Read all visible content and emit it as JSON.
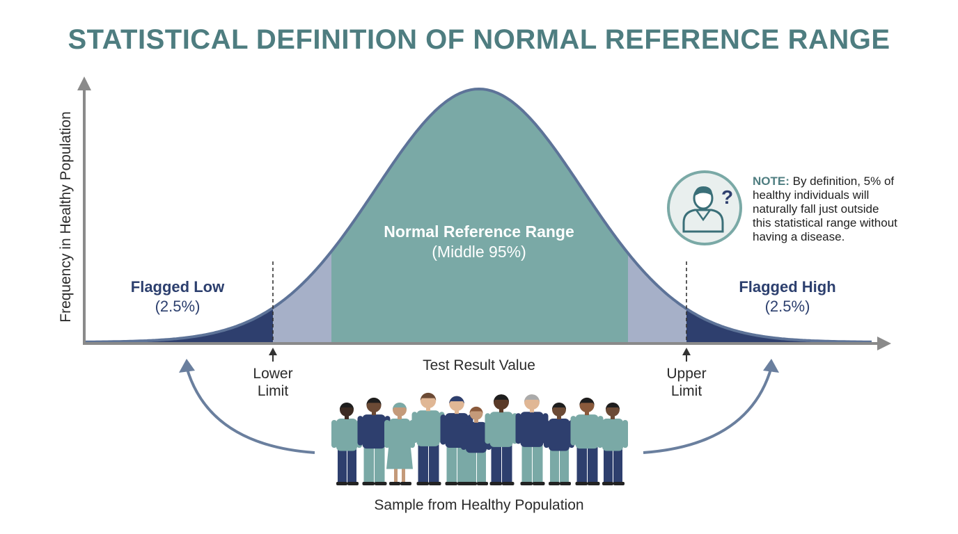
{
  "title": "STATISTICAL DEFINITION OF NORMAL REFERENCE RANGE",
  "y_axis_label": "Frequency in Healthy Population",
  "x_axis_label": "Test Result Value",
  "regions": {
    "low": {
      "name": "Flagged Low",
      "pct": "(2.5%)"
    },
    "high": {
      "name": "Flagged High",
      "pct": "(2.5%)"
    },
    "normal": {
      "name": "Normal Reference Range",
      "pct": "(Middle 95%)"
    }
  },
  "limits": {
    "lower": [
      "Lower",
      "Limit"
    ],
    "upper": [
      "Upper",
      "Limit"
    ]
  },
  "note": {
    "prefix": "NOTE:",
    "lines": [
      " By definition, 5% of",
      "healthy individuals will",
      "naturally fall just outside",
      "this statistical range without",
      "having a disease."
    ],
    "icon": "person-question-icon"
  },
  "population_label": "Sample from Healthy Population",
  "colors": {
    "title": "#4e7d80",
    "normal_fill": "#7aa9a6",
    "transition_fill": "#a6b0c8",
    "tail_fill": "#2e3f6e",
    "curve_stroke": "#5d7398",
    "axis": "#8a8a8a",
    "arrow": "#6a7f9e"
  }
}
